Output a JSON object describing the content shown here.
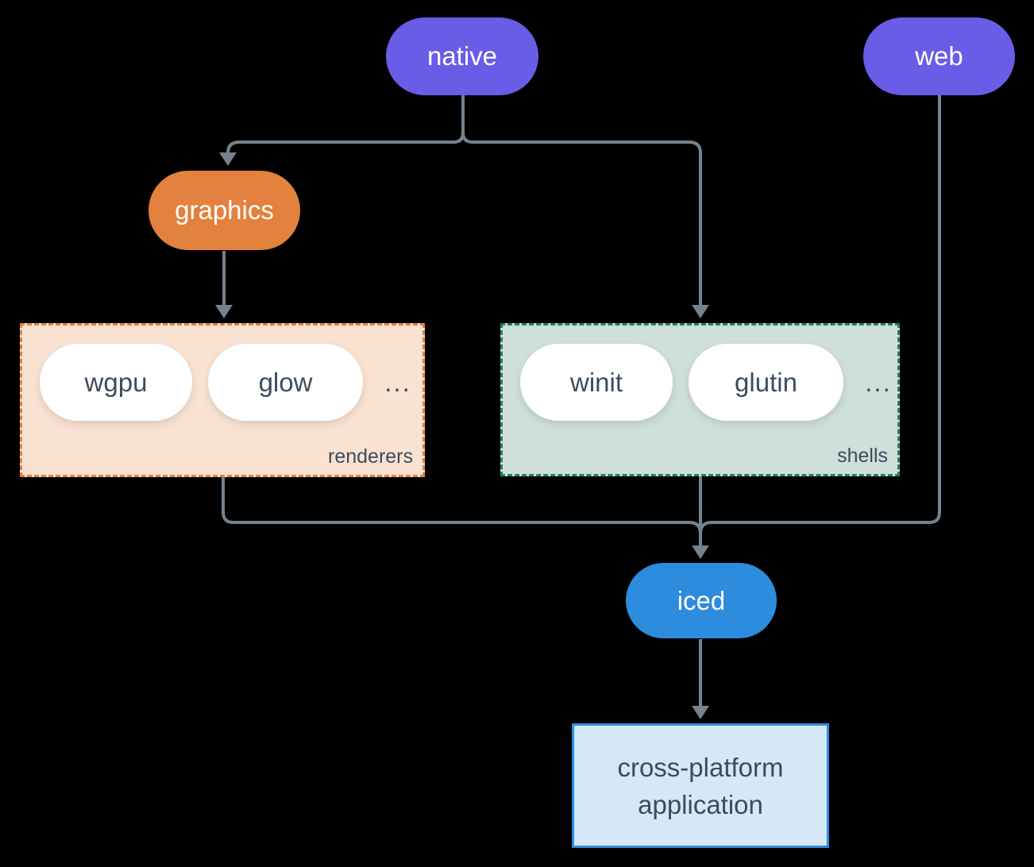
{
  "nodes": {
    "native": {
      "label": "native",
      "color": "#695ce6"
    },
    "web": {
      "label": "web",
      "color": "#695ce6"
    },
    "graphics": {
      "label": "graphics",
      "color": "#e2823e"
    },
    "iced": {
      "label": "iced",
      "color": "#2d8cdd"
    },
    "application": {
      "label": "cross-platform application",
      "line1": "cross-platform",
      "line2": "application",
      "background": "#d6e7f8",
      "border": "#2d8ce0"
    }
  },
  "groups": {
    "renderers": {
      "label": "renderers",
      "items": [
        "wgpu",
        "glow"
      ],
      "ellipsis": "...",
      "background": "#f9e2d1",
      "border": "#e2823e"
    },
    "shells": {
      "label": "shells",
      "items": [
        "winit",
        "glutin"
      ],
      "ellipsis": "...",
      "background": "#cfdfd9",
      "border": "#2a7a6a"
    }
  },
  "edges": [
    {
      "from": "native",
      "to": "graphics"
    },
    {
      "from": "native",
      "to": "shells"
    },
    {
      "from": "graphics",
      "to": "renderers"
    },
    {
      "from": "renderers",
      "to": "iced"
    },
    {
      "from": "shells",
      "to": "iced"
    },
    {
      "from": "web",
      "to": "iced"
    },
    {
      "from": "iced",
      "to": "application"
    }
  ],
  "colors": {
    "background": "#000000",
    "connector": "#75828f",
    "pill_text_light": "#ffffff",
    "text_dark": "#3c4c5c"
  }
}
